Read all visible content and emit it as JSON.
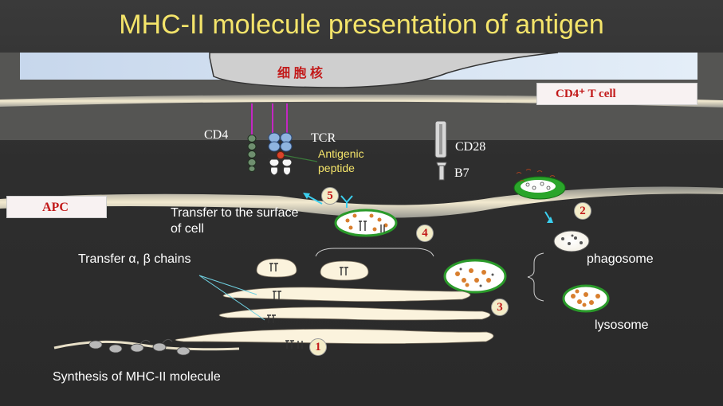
{
  "title": "MHC-II  molecule presentation of antigen",
  "labels": {
    "nucleus": "细 胞 核",
    "cd4_t_cell": "CD4⁺ T  cell",
    "cd4": "CD4",
    "tcr": "TCR",
    "antigenic_peptide": "Antigenic\npeptide",
    "cd28": "CD28",
    "b7": "B7",
    "apc": "APC",
    "transfer_surface": "Transfer to the surface\nof cell",
    "transfer_chains": "Transfer α, β chains",
    "phagosome": "phagosome",
    "lysosome": "lysosome",
    "synthesis": "Synthesis of MHC-II molecule"
  },
  "steps": [
    "1",
    "2",
    "4",
    "3",
    "5"
  ],
  "colors": {
    "title": "#f4e46a",
    "step_number": "#c21a1a",
    "arrow": "#3bd0f0",
    "membrane": "#efe6c8",
    "vesicle_border": "#2a9a2a"
  }
}
